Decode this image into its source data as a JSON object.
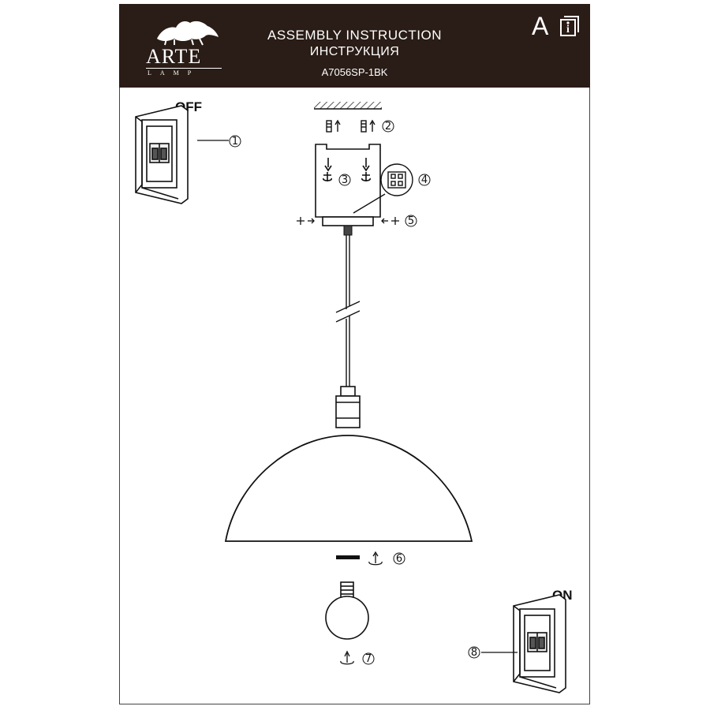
{
  "header": {
    "brand": "ARTE",
    "brand_sub": "LAMP",
    "title_en": "ASSEMBLY  INSTRUCTION",
    "title_ru": "ИНСТРУКЦИЯ",
    "model": "A7056SP-1BK",
    "lang_letter": "A",
    "info_icon": "info-book-icon"
  },
  "switches": {
    "off_label": "OFF",
    "on_label": "ON"
  },
  "steps": [
    {
      "num": "①",
      "item": "power-switch-off"
    },
    {
      "num": "②",
      "item": "wall-plugs"
    },
    {
      "num": "③",
      "item": "screws-bracket"
    },
    {
      "num": "④",
      "item": "terminal-block"
    },
    {
      "num": "⑤",
      "item": "canopy-side-screws"
    },
    {
      "num": "⑥",
      "item": "shade-ring"
    },
    {
      "num": "⑦",
      "item": "bulb"
    },
    {
      "num": "⑧",
      "item": "power-switch-on"
    }
  ],
  "colors": {
    "header_bg": "#2a1c16",
    "line": "#111111"
  }
}
